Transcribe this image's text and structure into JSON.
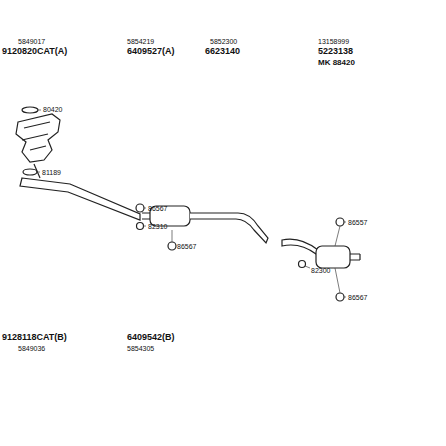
{
  "diagram": {
    "labels": [
      "5849017",
      "5854219",
      "5852300",
      "13158999",
      "9120820CAT(A)",
      "6409527(A)",
      "6623140",
      "5223138",
      "MK 88420",
      "80420",
      "81189",
      "86567",
      "82310",
      "86567",
      "86557",
      "82300",
      "86567",
      "9128118CAT(B)",
      "5849036",
      "6409542(B)",
      "5854305"
    ]
  }
}
